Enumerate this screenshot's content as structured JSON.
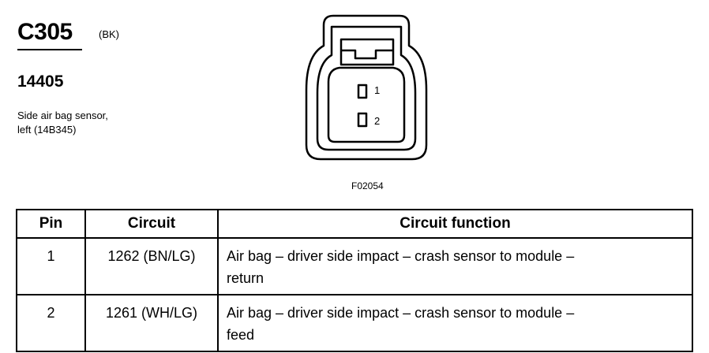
{
  "connector": {
    "id": "C305",
    "color": "(BK)",
    "part_number": "14405",
    "description_lines": [
      "Side air bag sensor,",
      "left (14B345)"
    ]
  },
  "diagram": {
    "pin_labels": [
      "1",
      "2"
    ],
    "figure_ref": "F02054"
  },
  "table": {
    "headers": [
      "Pin",
      "Circuit",
      "Circuit function"
    ],
    "rows": [
      {
        "pin": "1",
        "circuit": "1262 (BN/LG)",
        "function_lines": [
          "Air bag – driver side impact – crash sensor to module –",
          "return"
        ]
      },
      {
        "pin": "2",
        "circuit": "1261 (WH/LG)",
        "function_lines": [
          "Air bag – driver side impact – crash sensor to module –",
          "feed"
        ]
      }
    ]
  }
}
